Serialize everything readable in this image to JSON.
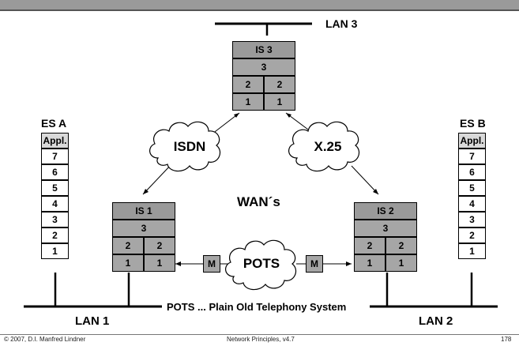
{
  "lans": {
    "lan1": "LAN 1",
    "lan2": "LAN 2",
    "lan3": "LAN 3"
  },
  "es_a": {
    "title": "ES A",
    "layers": [
      "Appl.",
      "7",
      "6",
      "5",
      "4",
      "3",
      "2",
      "1"
    ]
  },
  "es_b": {
    "title": "ES B",
    "layers": [
      "Appl.",
      "7",
      "6",
      "5",
      "4",
      "3",
      "2",
      "1"
    ]
  },
  "is1": {
    "title": "IS 1",
    "l3": "3",
    "l2": [
      "2",
      "2"
    ],
    "l1": [
      "1",
      "1"
    ]
  },
  "is2": {
    "title": "IS 2",
    "l3": "3",
    "l2": [
      "2",
      "2"
    ],
    "l1": [
      "1",
      "1"
    ]
  },
  "is3": {
    "title": "IS 3",
    "l3": "3",
    "l2": [
      "2",
      "2"
    ],
    "l1": [
      "1",
      "1"
    ]
  },
  "clouds": {
    "isdn": "ISDN",
    "x25": "X.25",
    "pots": "POTS"
  },
  "wans_label": "WAN´s",
  "modem_label": "M",
  "pots_caption": "POTS ... Plain Old Telephony System",
  "footer": {
    "copyright": "© 2007, D.I. Manfred Lindner",
    "course": "Network Principles, v4.7",
    "page": "178"
  },
  "colors": {
    "is_fill": "#a6a6a6",
    "appl_fill": "#d9d9d9",
    "cloud_fill": "#ffffff"
  }
}
